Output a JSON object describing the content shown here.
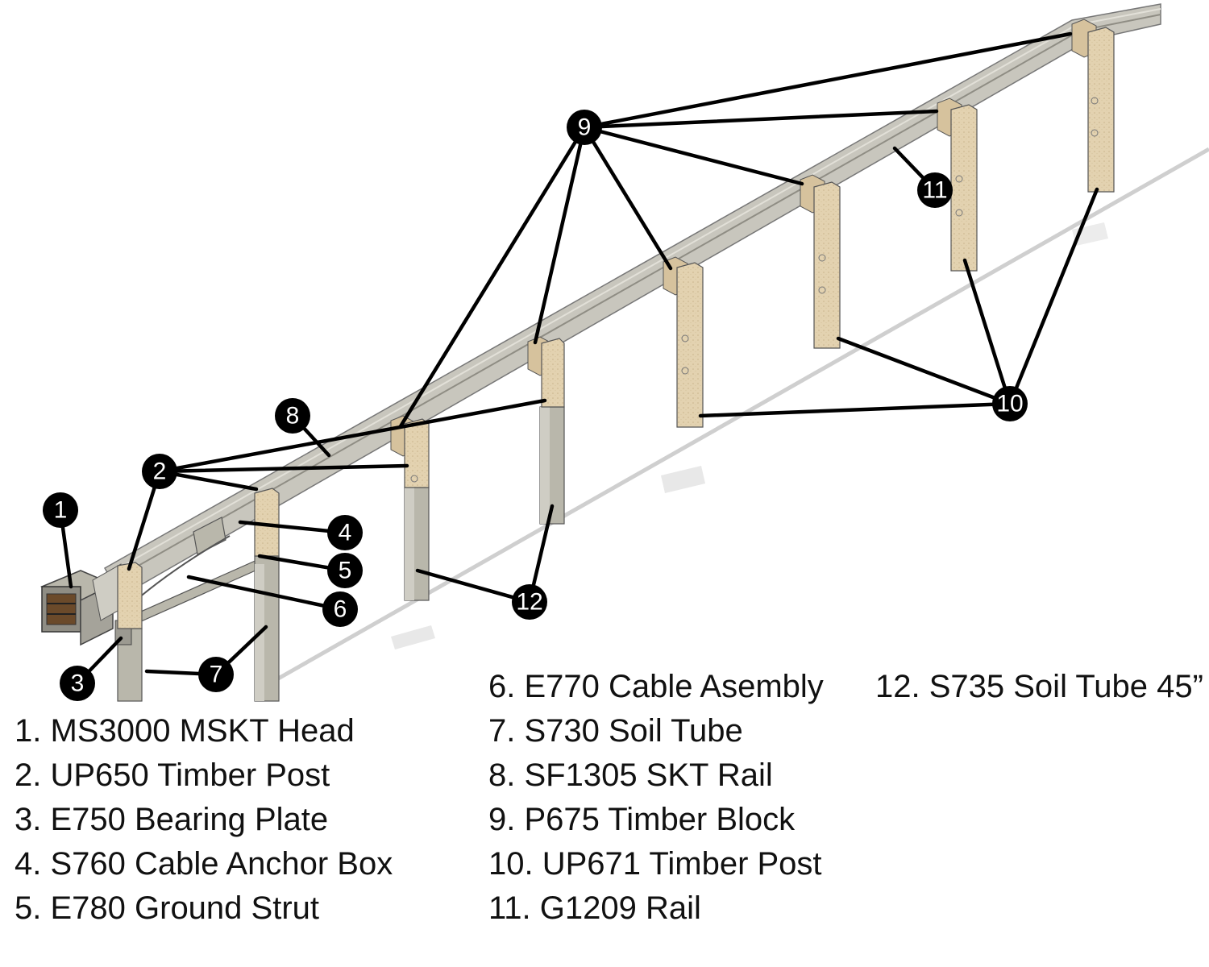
{
  "callouts": [
    "1",
    "2",
    "3",
    "4",
    "5",
    "6",
    "7",
    "8",
    "9",
    "10",
    "11",
    "12"
  ],
  "legend": {
    "col1": [
      "1. MS3000 MSKT Head",
      "2. UP650 Timber Post",
      "3. E750 Bearing Plate",
      "4. S760 Cable Anchor Box",
      "5. E780 Ground Strut"
    ],
    "col2": [
      "6. E770 Cable Asembly",
      "7. S730 Soil Tube",
      "8. SF1305 SKT Rail",
      "9. P675 Timber Block",
      "10. UP671 Timber Post",
      "11. G1209 Rail"
    ],
    "col3": [
      "12. S735 Soil Tube 45”"
    ]
  },
  "colors": {
    "timber": "#e3d2b0",
    "timber_dark": "#c9b48c",
    "steel": "#b9b7ab",
    "steel_dark": "#8f8d84",
    "rail": "#c8c6bd",
    "ground_line": "#cfcfcf",
    "callout": "#000000"
  }
}
